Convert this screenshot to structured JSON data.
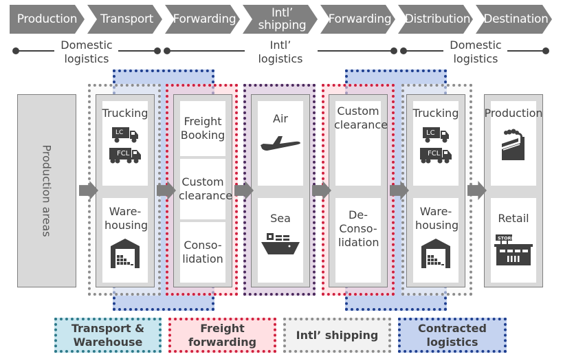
{
  "stages": [
    {
      "label": "Production"
    },
    {
      "label": "Transport"
    },
    {
      "label": "Forwarding"
    },
    {
      "label": "Intl’ shipping"
    },
    {
      "label": "Forwarding"
    },
    {
      "label": "Distribution"
    },
    {
      "label": "Destination"
    }
  ],
  "logistics_segments": [
    {
      "label": "Domestic logistics"
    },
    {
      "label": "Intl’ logistics"
    },
    {
      "label": "Domestic logistics"
    }
  ],
  "production_areas": {
    "label": "Production areas"
  },
  "columns": [
    {
      "name": "transport",
      "cells": [
        {
          "label": "Trucking",
          "icons": [
            "lcl-truck-icon",
            "fcl-truck-icon"
          ],
          "lcl": "LCL",
          "fcl": "FCL"
        },
        {
          "label": "Ware-housing",
          "icons": [
            "warehouse-icon"
          ]
        }
      ]
    },
    {
      "name": "forwarding-origin",
      "cells": [
        {
          "label": "Freight Booking"
        },
        {
          "label": "Custom clearance"
        },
        {
          "label": "Conso-lidation"
        }
      ]
    },
    {
      "name": "intl-shipping",
      "cells": [
        {
          "label": "Air",
          "icons": [
            "airplane-icon"
          ]
        },
        {
          "label": "Sea",
          "icons": [
            "ship-icon"
          ]
        }
      ]
    },
    {
      "name": "forwarding-destination",
      "cells": [
        {
          "label": "Custom clearance"
        },
        {
          "label": "De-Conso-lidation"
        }
      ]
    },
    {
      "name": "distribution",
      "cells": [
        {
          "label": "Trucking",
          "icons": [
            "lcl-truck-icon",
            "fcl-truck-icon"
          ],
          "lcl": "LCL",
          "fcl": "FCL"
        },
        {
          "label": "Ware-housing",
          "icons": [
            "warehouse-icon"
          ]
        }
      ]
    },
    {
      "name": "destination",
      "cells": [
        {
          "label": "Production",
          "icons": [
            "factory-icon"
          ]
        },
        {
          "label": "Retail",
          "icons": [
            "store-icon"
          ],
          "sign": "STORE"
        }
      ]
    }
  ],
  "legend": [
    {
      "label": "Transport & Warehouse",
      "line1": "Transport &",
      "line2": "Warehouse",
      "fill": "#c9e6ef",
      "border": "#2e7a8a"
    },
    {
      "label": "Freight forwarding",
      "line1": "Freight",
      "line2": "forwarding",
      "fill": "#ffe0e3",
      "border": "#d0203e"
    },
    {
      "label": "Intl’ shipping",
      "line1": "Intl’ shipping",
      "line2": "",
      "fill": "#f2f2f2",
      "border": "#8c8c8c"
    },
    {
      "label": "Contracted logistics",
      "line1": "Contracted",
      "line2": "logistics",
      "fill": "#c5d3f0",
      "border": "#1f3f8f"
    }
  ],
  "colors": {
    "chevron": "#808080",
    "column_bg": "#d9d9d9",
    "icon": "#404040",
    "contracted": "#1f3f8f",
    "forwarding": "#d0203e",
    "shipping": "#4c2a5e",
    "transport": "#8c8c8c"
  }
}
